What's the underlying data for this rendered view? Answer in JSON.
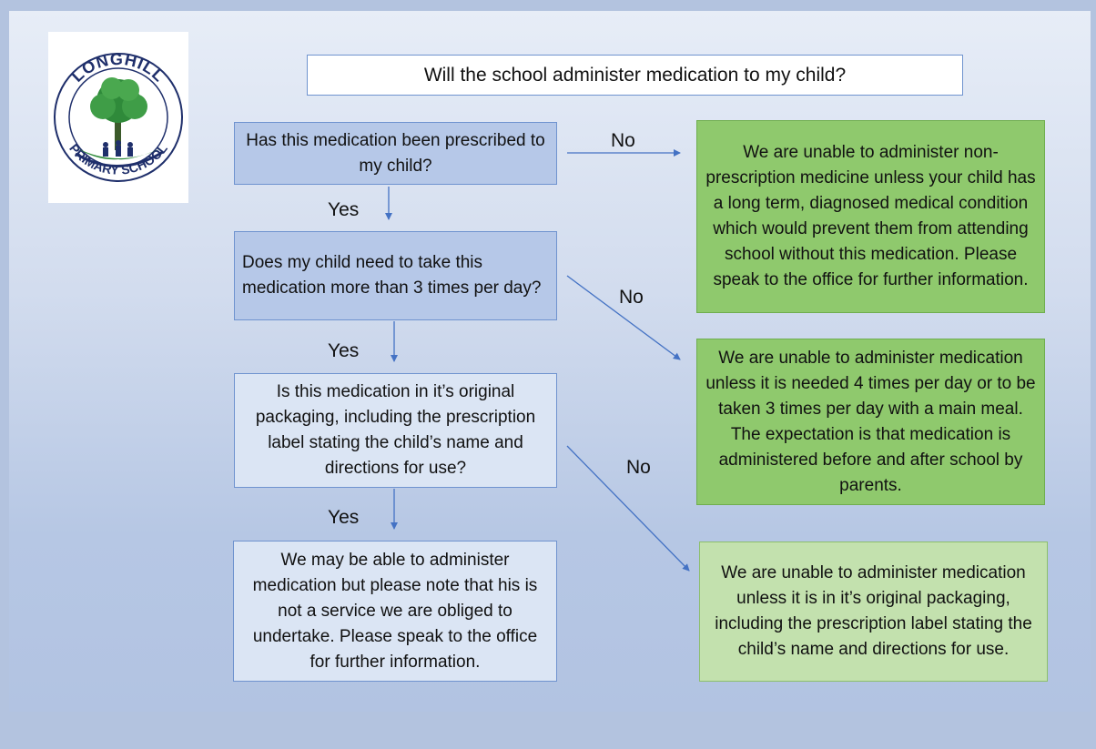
{
  "title": "Will the school administer medication to my child?",
  "logo": {
    "top_text": "LONGHILL",
    "bottom_text": "PRIMARY SCHOOL"
  },
  "questions": [
    {
      "text": "Has this medication been prescribed to my child?"
    },
    {
      "text": "Does my child need to take this medication more than 3 times per day?"
    },
    {
      "text": "Is this medication in it’s original packaging, including the prescription label stating the child’s name and directions for use?"
    }
  ],
  "outcome_yes": "We may be able to administer medication but please note that his is not a service we are obliged to undertake. Please speak to the office for further information.",
  "outcomes_no": [
    "We are unable to administer non-prescription medicine unless your child has a long term, diagnosed medical condition which would prevent them from attending school without this medication. Please speak to the office for further information.",
    "We are unable to administer medication unless it is needed 4 times per day or to be taken 3 times per day with a main meal. The expectation is that medication is administered before and after school by parents.",
    "We are unable to administer medication unless it is in it’s original packaging, including the prescription label stating the child’s name and directions for use."
  ],
  "labels": {
    "yes": "Yes",
    "no": "No"
  },
  "colors": {
    "question_fill": "#b6c8e8",
    "final_fill": "#dbe5f4",
    "outcome_green": "#8fc96d",
    "outcome_light_green": "#c3e1ae",
    "arrow": "#4472c4",
    "tree_green": "#2f8a3a",
    "logo_navy": "#1f2f6b"
  }
}
